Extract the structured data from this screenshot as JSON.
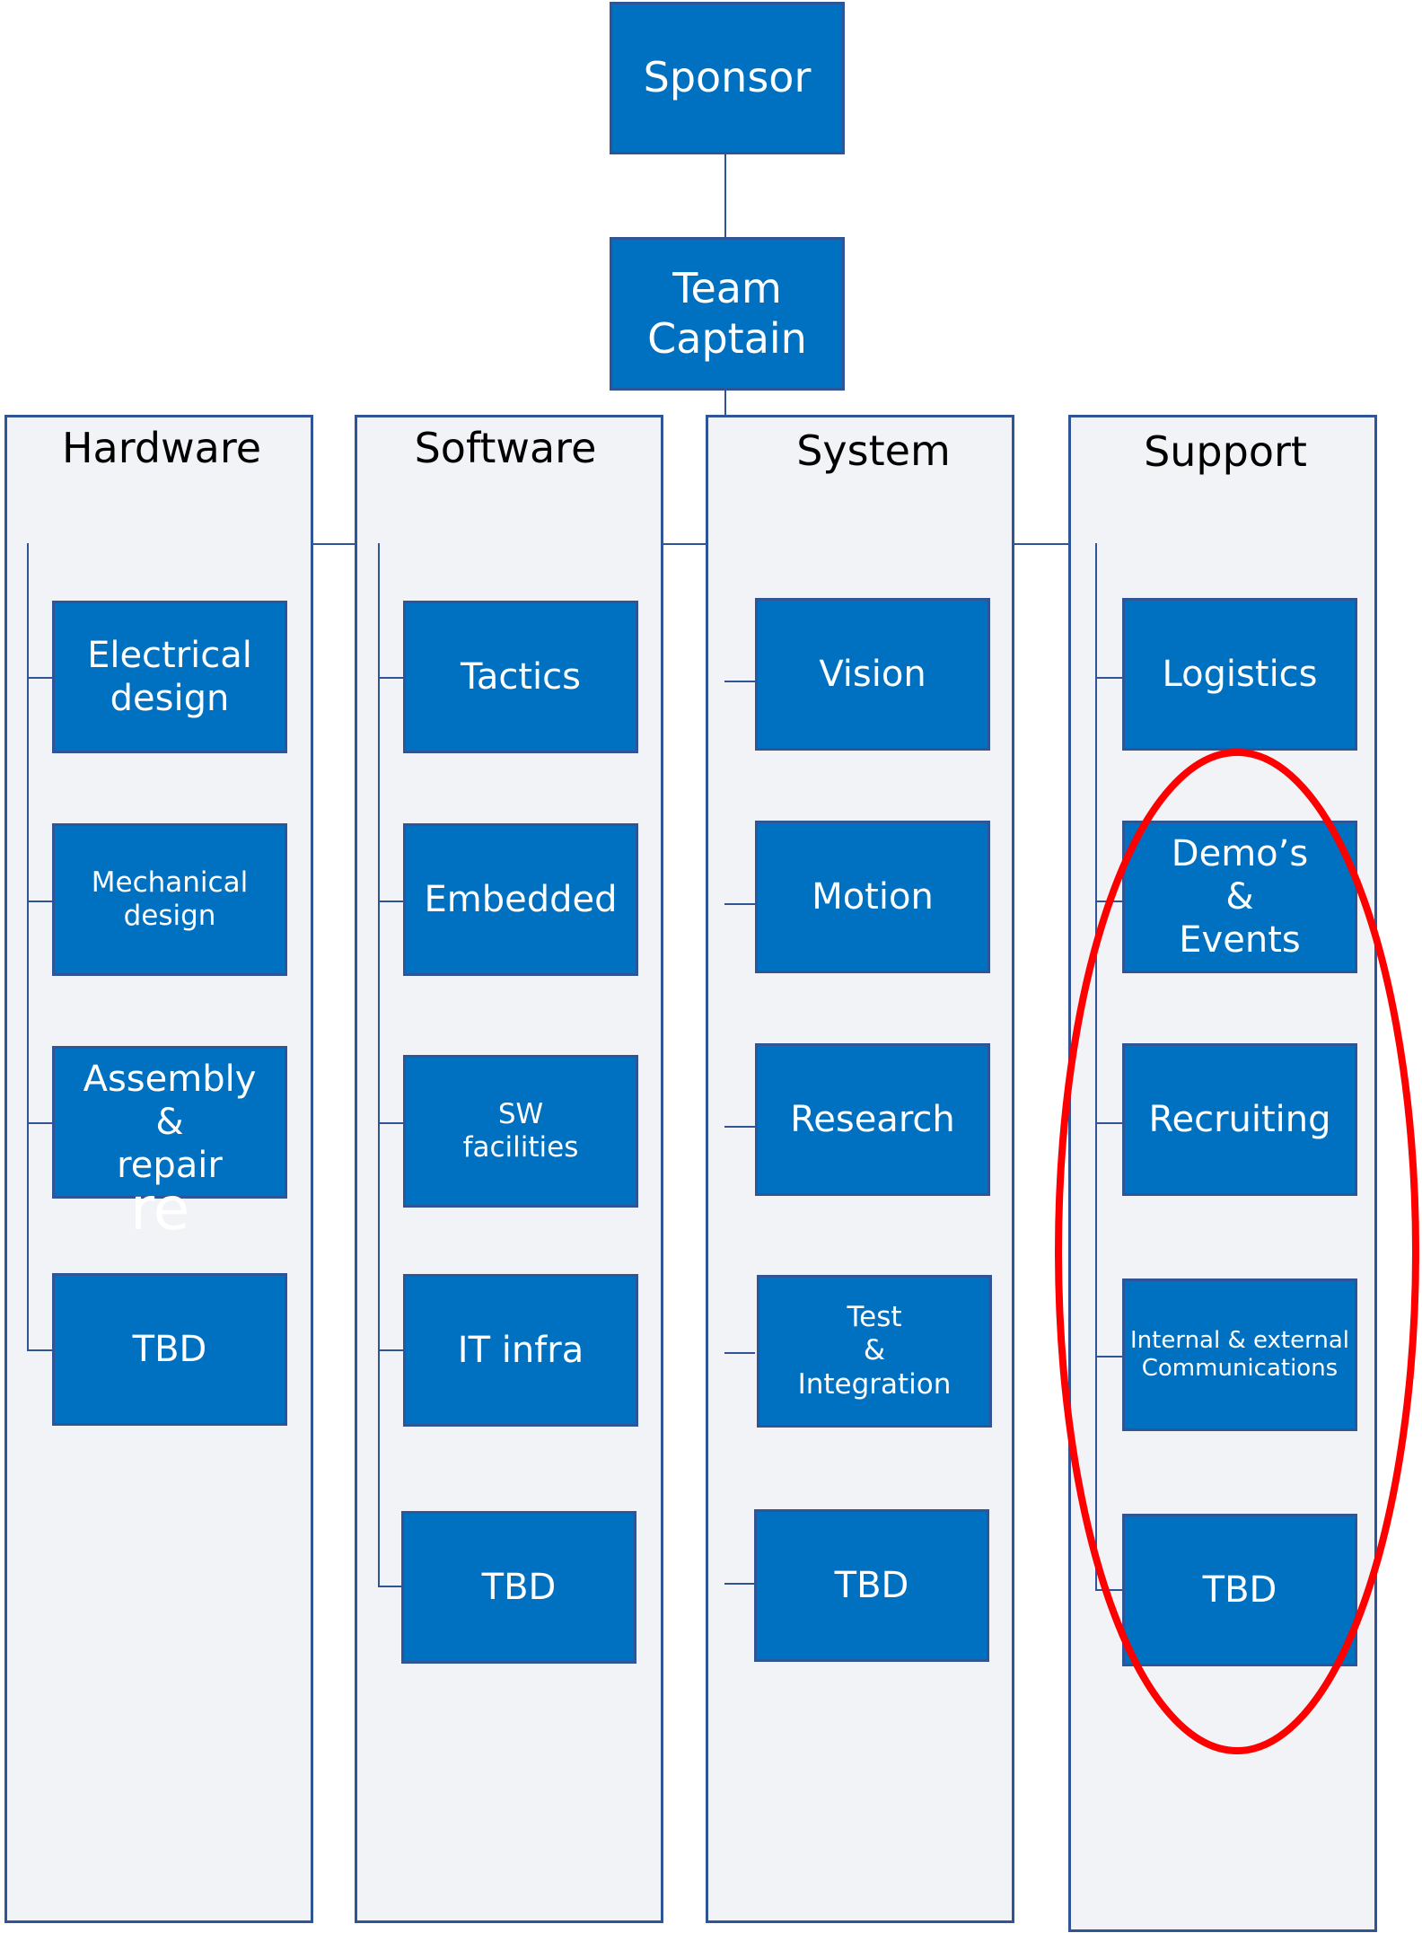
{
  "sponsor": "Sponsor",
  "captain": "Team\nCaptain",
  "stray_text": "re",
  "colors": {
    "box_fill": "#0070c0",
    "box_border": "#2f5597",
    "column_bg": "#f2f3f7",
    "annotation": "#ff0000"
  },
  "columns": [
    {
      "title": "Hardware",
      "items": [
        "Electrical\ndesign",
        "Mechanical\ndesign",
        "Assembly\n&\nrepair",
        "TBD"
      ]
    },
    {
      "title": "Software",
      "items": [
        "Tactics",
        "Embedded",
        "SW\nfacilities",
        "IT infra",
        "TBD"
      ]
    },
    {
      "title": "System",
      "items": [
        "Vision",
        "Motion",
        "Research",
        "Test\n&\nIntegration",
        "TBD"
      ]
    },
    {
      "title": "Support",
      "items": [
        "Logistics",
        "Demo’s\n&\nEvents",
        "Recruiting",
        "Internal & external\nCommunications",
        "TBD"
      ]
    }
  ]
}
